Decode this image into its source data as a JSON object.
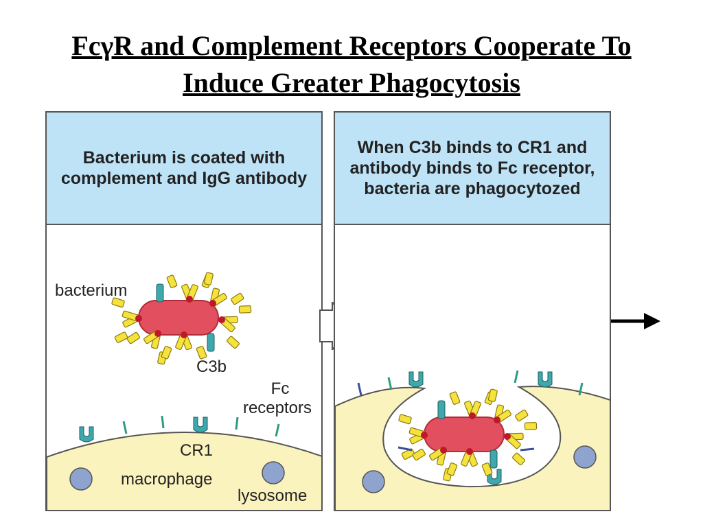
{
  "slide": {
    "title_line1": "FcγR and Complement Receptors Cooperate To",
    "title_line2": "Induce Greater Phagocytosis"
  },
  "panels": {
    "left": {
      "header": "Bacterium is coated with complement and IgG antibody",
      "labels": {
        "bacterium": "bacterium",
        "c3b": "C3b",
        "fc_receptors_line1": "Fc",
        "fc_receptors_line2": "receptors",
        "cr1": "CR1",
        "macrophage": "macrophage",
        "lysosome": "lysosome"
      }
    },
    "right": {
      "header": "When C3b binds to CR1 and antibody binds to Fc receptor, bacteria are phagocytozed"
    }
  },
  "colors": {
    "header_bg": "#bfe3f6",
    "bacterium": "#e2505f",
    "bacterium_stroke": "#b02c3a",
    "antibody": "#f5e23c",
    "c3b": "#3fa8ad",
    "cr1_receptor": "#2e9c82",
    "macrophage": "#fbf3be",
    "lysosome": "#8ea4cf"
  },
  "icons": {
    "flow": "chevron-right-icon",
    "next": "arrow-right-icon"
  }
}
